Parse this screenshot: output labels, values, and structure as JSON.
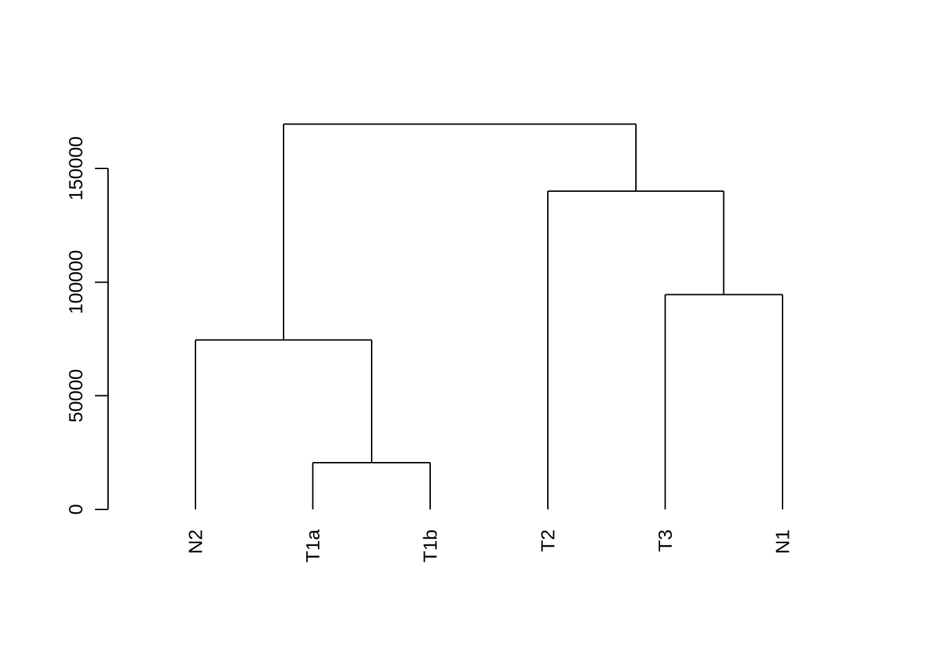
{
  "chart_data": {
    "type": "dendrogram",
    "title": "",
    "xlabel": "",
    "ylabel": "",
    "ylim": [
      0,
      150000
    ],
    "yticks": [
      0,
      50000,
      100000,
      150000
    ],
    "ytick_labels": [
      "0",
      "50000",
      "100000",
      "150000"
    ],
    "leaves": [
      "N2",
      "T1a",
      "T1b",
      "T2",
      "T3",
      "N1"
    ],
    "merges": [
      {
        "left": "T1a",
        "right": "T1b",
        "height": 20500
      },
      {
        "left": "T3",
        "right": "N1",
        "height": 94500
      },
      {
        "left": "N2",
        "right": "T1a+T1b",
        "height": 74500
      },
      {
        "left": "T2",
        "right": "T3+N1",
        "height": 140000
      },
      {
        "left": "N2+T1a+T1b",
        "right": "T2+T3+N1",
        "height": 169500
      }
    ],
    "grid": false,
    "legend": "none",
    "colors": {
      "line": "#000000",
      "background": "#ffffff"
    }
  }
}
